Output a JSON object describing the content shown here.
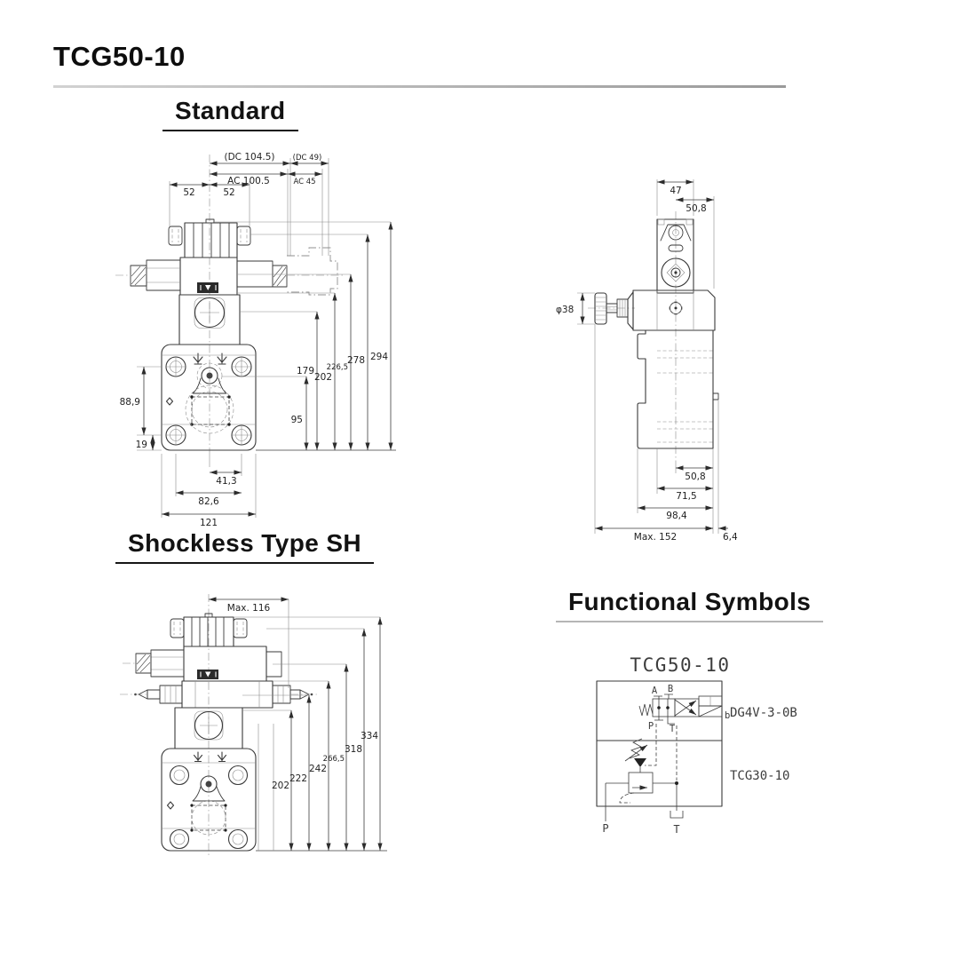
{
  "title": "TCG50-10",
  "sections": {
    "standard": {
      "heading": "Standard",
      "dims": {
        "dc_w": "(DC 104.5)",
        "ac_w": "AC 100.5",
        "dc_r": "(DC 49)",
        "ac_r": "AC 45",
        "w52a": "52",
        "w52b": "52",
        "h95": "95",
        "h179": "179",
        "h202": "202",
        "h226": "226,5",
        "h278": "278",
        "h294": "294",
        "h889": "88,9",
        "h19": "19",
        "w413": "41,3",
        "w826": "82,6",
        "w121": "121"
      }
    },
    "side": {
      "dims": {
        "w47": "47",
        "w508t": "50,8",
        "dia": "φ38",
        "w508b": "50,8",
        "w715": "71,5",
        "w984": "98,4",
        "max152": "Max. 152",
        "w64": "6,4"
      }
    },
    "shockless": {
      "heading": "Shockless Type SH",
      "dims": {
        "max116": "Max. 116",
        "h202": "202",
        "h222": "222",
        "h242": "242",
        "h266": "266,5",
        "h318": "318",
        "h334": "334"
      }
    },
    "functional": {
      "heading": "Functional Symbols",
      "model": "TCG50-10",
      "valve_label": "DG4V-3-0B",
      "relief_label": "TCG30-10",
      "ports": {
        "a": "A",
        "b": "B",
        "p": "P",
        "t": "T",
        "sol": "b"
      },
      "bottom_ports": {
        "p": "P",
        "t": "T"
      }
    }
  }
}
